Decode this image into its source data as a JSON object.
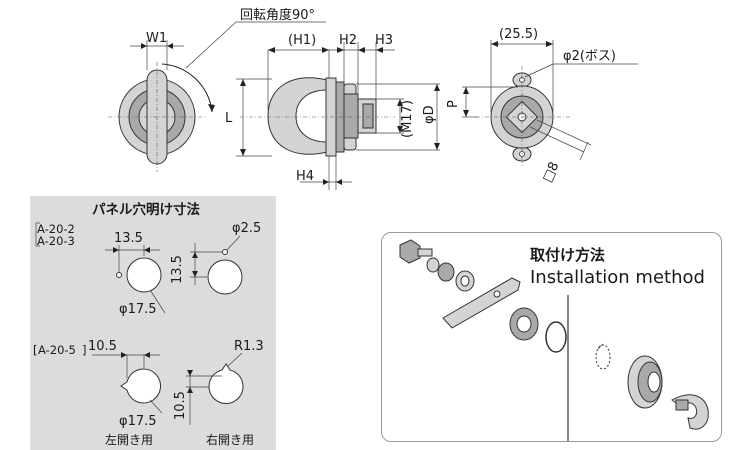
{
  "top_drawing": {
    "rotation_label": "回転角度90°",
    "dim_W1": "W1",
    "dim_H1": "(H1)",
    "dim_H2": "H2",
    "dim_H3": "H3",
    "dim_H4": "H4",
    "dim_L": "L",
    "dim_M17": "(M17)",
    "dim_phiD": "φD",
    "dim_P": "P",
    "dim_25_5": "(25.5)",
    "dim_boss": "φ2(ボス)",
    "dim_sq8": "□8"
  },
  "panel_cutout": {
    "title": "パネル穴明け寸法",
    "models_a": [
      "A-20-2",
      "A-20-3"
    ],
    "dim_13_5_h": "13.5",
    "dim_13_5_v": "13.5",
    "dim_phi2_5": "φ2.5",
    "dim_phi17_5_a": "φ17.5",
    "model_b": "A-20-5",
    "dim_10_5_h": "10.5",
    "dim_R1_3": "R1.3",
    "dim_10_5_v": "10.5",
    "dim_phi17_5_b": "φ17.5",
    "label_left": "左開き用",
    "label_right": "右開き用"
  },
  "installation": {
    "title_jp": "取付け方法",
    "title_en": "Installation method"
  }
}
